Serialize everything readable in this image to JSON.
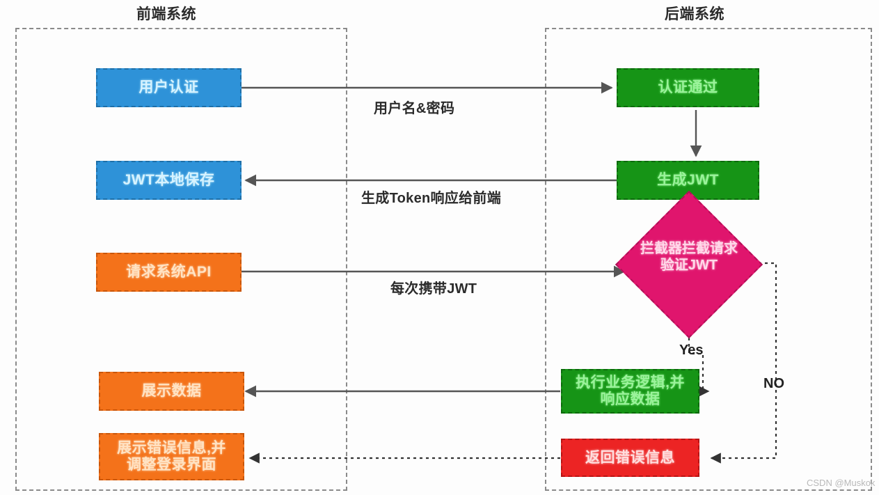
{
  "diagram": {
    "title_frontend": "前端系统",
    "title_backend": "后端系统",
    "colors": {
      "blue": "#2e92d8",
      "green": "#169416",
      "orange": "#f4721a",
      "red": "#ec2424",
      "magenta": "#e0156d",
      "lane_border": "#8a8a8a",
      "arrow": "#555555"
    },
    "nodes": {
      "user_auth": "用户认证",
      "jwt_local_store": "JWT本地保存",
      "request_api": "请求系统API",
      "show_data": "展示数据",
      "show_error": "展示错误信息,并\n调整登录界面",
      "auth_pass": "认证通过",
      "generate_jwt": "生成JWT",
      "interceptor": "拦截器拦截请求\n验证JWT",
      "business_logic": "执行业务逻辑,并\n响应数据",
      "return_error": "返回错误信息"
    },
    "edge_labels": {
      "credentials": "用户名&密码",
      "token_response": "生成Token响应给前端",
      "carry_jwt": "每次携带JWT"
    },
    "branch_labels": {
      "yes": "Yes",
      "no": "NO"
    },
    "watermark": "CSDN @Muskok"
  }
}
